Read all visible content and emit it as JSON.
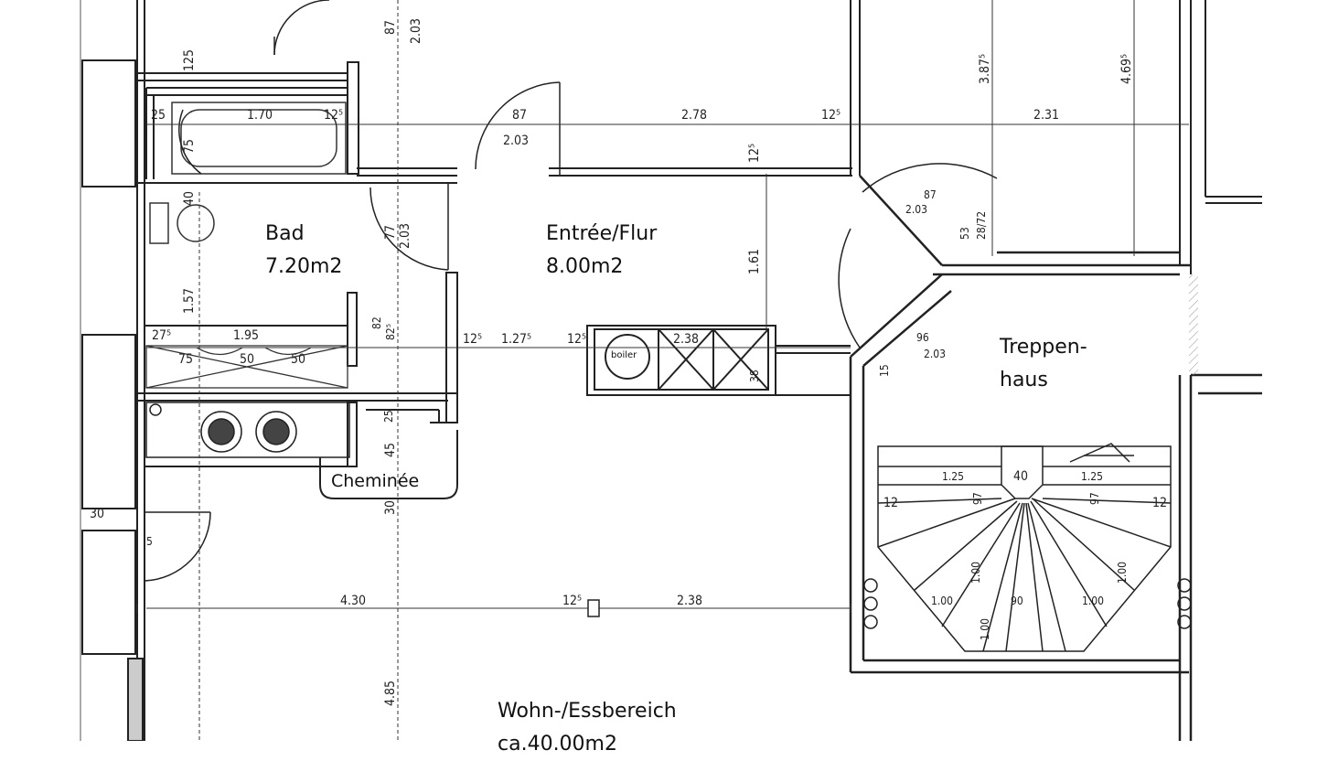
{
  "rooms": {
    "bad": {
      "name": "Bad",
      "area": "7.20m2"
    },
    "entree": {
      "name": "Entrée/Flur",
      "area": "8.00m2"
    },
    "treppenhaus": {
      "name": "Treppen-",
      "name2": "haus"
    },
    "wohn": {
      "name": "Wohn-/Essbereich",
      "area": "ca.40.00m2"
    },
    "cheminee": {
      "name": "Cheminée"
    },
    "boiler": {
      "name": "boiler"
    }
  },
  "dimensions": {
    "d_87_top": "87",
    "d_203_top": "2.03",
    "d_125_top": "125",
    "d_25": "25",
    "d_170": "1.70",
    "d_12_5": "12⁵",
    "d_87_door": "87",
    "d_203_door": "2.03",
    "d_278": "2.78",
    "d_125_mid": "12⁵",
    "d_125_vert": "12⁵",
    "d_3875": "3.87⁵",
    "d_4695": "4.69⁵",
    "d_231": "2.31",
    "d_75": "75",
    "d_40": "40",
    "d_77": "77",
    "d_203_bad": "2.03",
    "d_161": "1.61",
    "d_157": "1.57",
    "d_275": "27⁵",
    "d_195": "1.95",
    "d_75b": "75",
    "d_50a": "50",
    "d_50b": "50",
    "d_82": "82",
    "d_825": "82⁵",
    "d_125_c": "12⁵",
    "d_1275": "1.27⁵",
    "d_125_d": "12⁵",
    "d_238": "2.38",
    "d_38": "38",
    "d_25b": "25",
    "d_45": "45",
    "d_30": "30",
    "d_30b": "30",
    "d_5": "5",
    "d_430": "4.30",
    "d_125_e": "12⁵",
    "d_238b": "2.38",
    "d_485": "4.85",
    "d_87_stair": "87",
    "d_203_stair": "2.03",
    "d_2872": "28/72",
    "d_53": "53",
    "d_96": "96",
    "d_203_stair2": "2.03",
    "d_15": "15",
    "d_125_st": "1.25",
    "d_40_st": "40",
    "d_125_st2": "1.25",
    "d_12a": "12",
    "d_12b": "12",
    "d_97a": "97",
    "d_97b": "97",
    "d_100a": "1.00",
    "d_100b": "1.00",
    "d_100c": "1.00",
    "d_90": "90",
    "d_100d": "1.00",
    "d_100e": "1.00"
  }
}
